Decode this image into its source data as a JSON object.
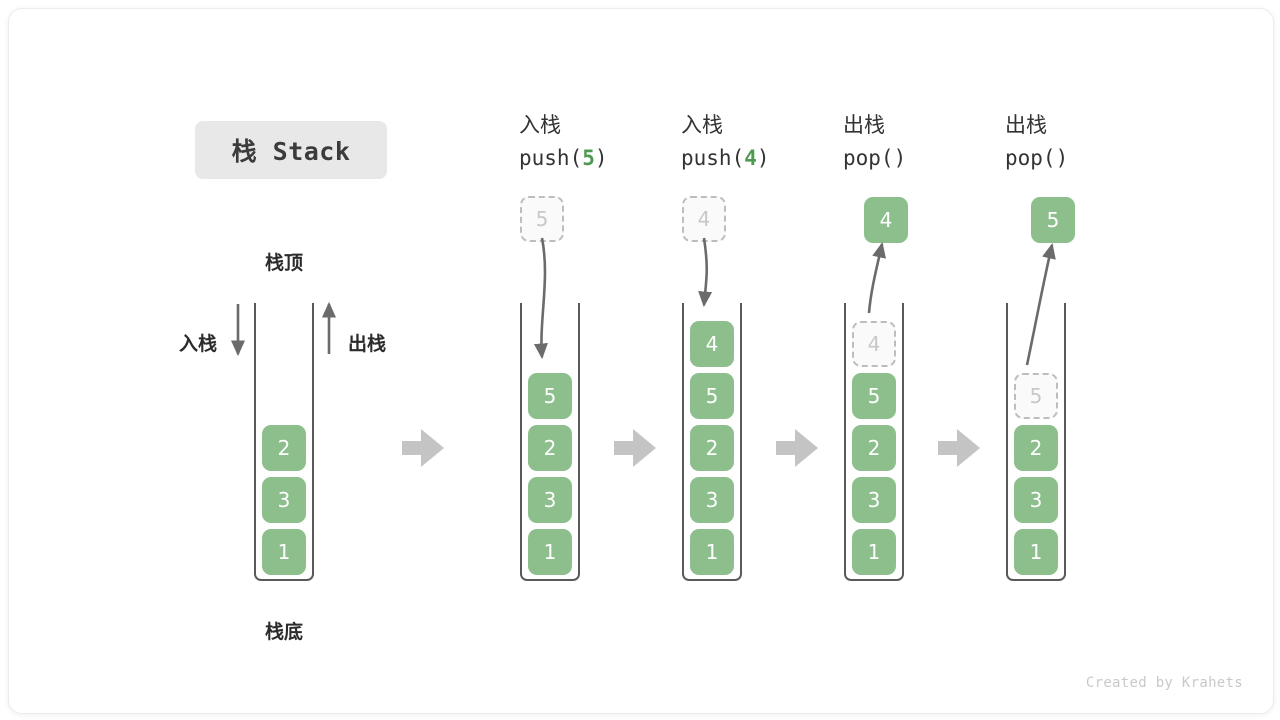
{
  "diagram": {
    "title_badge": "栈 Stack",
    "footer": "Created by Krahets",
    "colors": {
      "element_fill": "#8dbf8d",
      "element_text": "#ffffff",
      "ghost_border": "#bdbdbd",
      "ghost_text": "#c8c8c8",
      "container_stroke": "#5a5a5a",
      "step_arrow": "#c4c4c4",
      "badge_bg": "#e8e8e8",
      "accent_green": "#4f9a52"
    },
    "legend": {
      "top_label": "栈顶",
      "bottom_label": "栈底",
      "push_label": "入栈",
      "pop_label": "出栈"
    },
    "steps": [
      {
        "id": "initial",
        "head_cn": "",
        "head_code": "",
        "head_code_num": "",
        "stack": [
          "2",
          "3",
          "1"
        ],
        "ghost": null,
        "popped": null
      },
      {
        "id": "push-5",
        "head_cn": "入栈",
        "head_code_prefix": "push(",
        "head_code_num": "5",
        "head_code_suffix": ")",
        "stack": [
          "5",
          "2",
          "3",
          "1"
        ],
        "ghost": {
          "value": "5",
          "position": "above-container"
        },
        "popped": null
      },
      {
        "id": "push-4",
        "head_cn": "入栈",
        "head_code_prefix": "push(",
        "head_code_num": "4",
        "head_code_suffix": ")",
        "stack": [
          "4",
          "5",
          "2",
          "3",
          "1"
        ],
        "ghost": {
          "value": "4",
          "position": "above-container"
        },
        "popped": null
      },
      {
        "id": "pop-4",
        "head_cn": "出栈",
        "head_code_prefix": "pop(",
        "head_code_num": "",
        "head_code_suffix": ")",
        "stack": [
          "5",
          "2",
          "3",
          "1"
        ],
        "ghost": {
          "value": "4",
          "position": "in-container-slot-0"
        },
        "popped": "4"
      },
      {
        "id": "pop-5",
        "head_cn": "出栈",
        "head_code_prefix": "pop(",
        "head_code_num": "",
        "head_code_suffix": ")",
        "stack": [
          "2",
          "3",
          "1"
        ],
        "ghost": {
          "value": "5",
          "position": "in-container-slot-1"
        },
        "popped": "5"
      }
    ]
  }
}
